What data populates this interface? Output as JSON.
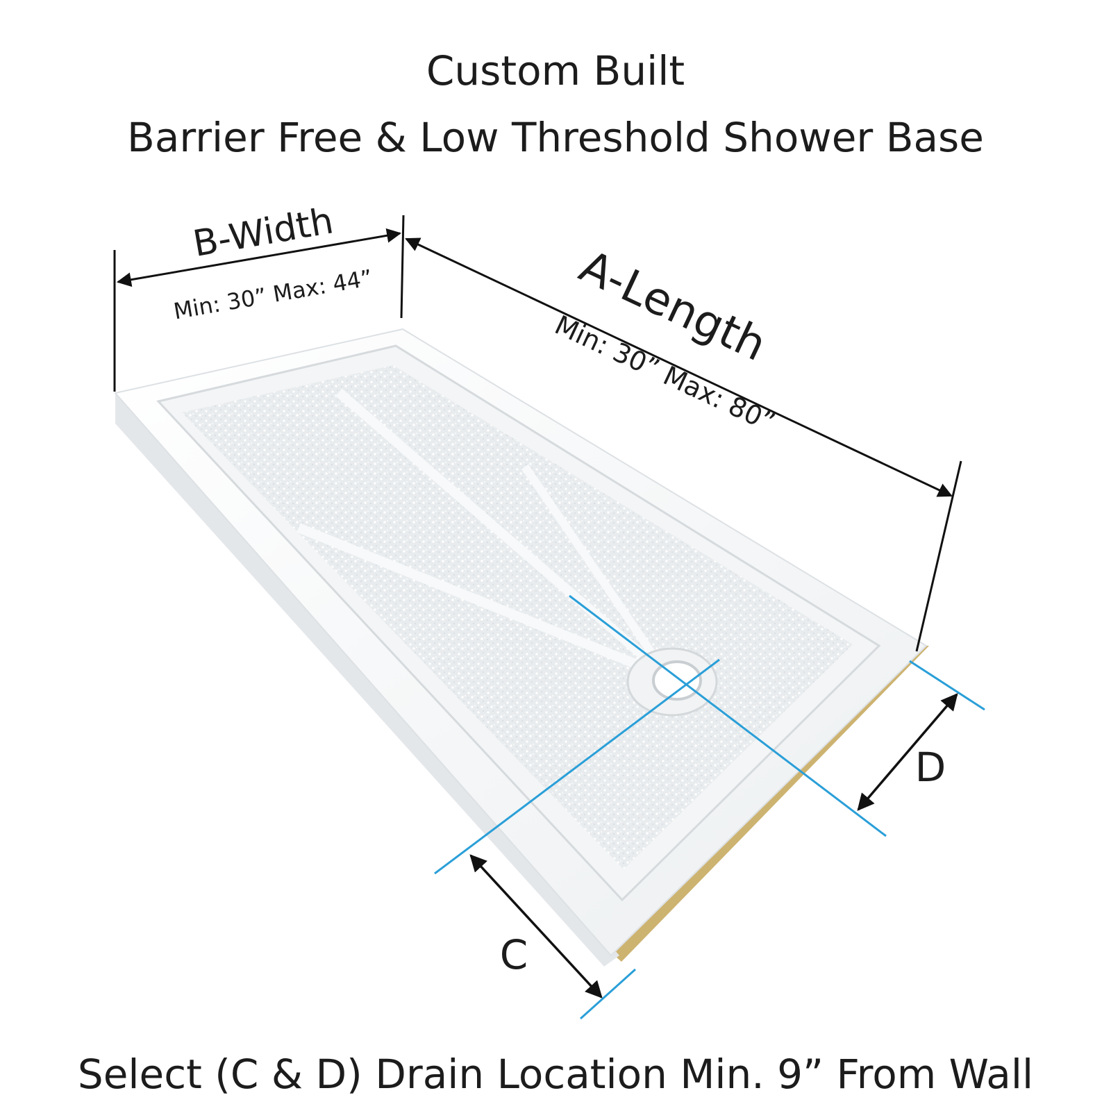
{
  "title": {
    "line1": "Custom Built",
    "line2": "Barrier Free & Low Threshold  Shower Base"
  },
  "dimensions": {
    "width": {
      "label": "B-Width",
      "range": "Min: 30” Max: 44”"
    },
    "length": {
      "label": "A-Length",
      "range": "Min: 30” Max: 80”"
    },
    "drain_c": {
      "label": "C"
    },
    "drain_d": {
      "label": "D"
    }
  },
  "footer": "Select (C & D) Drain Location Min. 9” From Wall",
  "colors": {
    "text": "#1c1c1c",
    "dimension_line": "#111111",
    "drain_guide": "#2a9fd8",
    "base_white": "#f7f8f9",
    "base_shadow": "#e3e6e8",
    "foam_edge": "#cdb370"
  }
}
